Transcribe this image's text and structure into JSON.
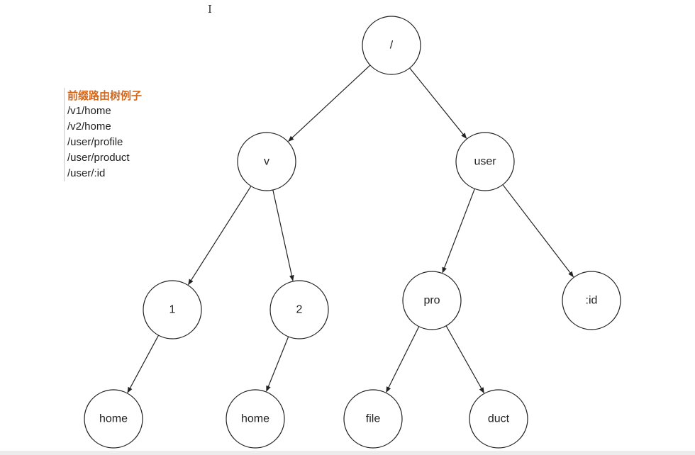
{
  "legend": {
    "title": "前缀路由树例子",
    "routes": [
      "/v1/home",
      "/v2/home",
      "/user/profile",
      "/user/product",
      "/user/:id"
    ]
  },
  "tree": {
    "nodes": [
      {
        "id": "root",
        "label": "/"
      },
      {
        "id": "v",
        "label": "v"
      },
      {
        "id": "user",
        "label": "user"
      },
      {
        "id": "n1",
        "label": "1"
      },
      {
        "id": "n2",
        "label": "2"
      },
      {
        "id": "pro",
        "label": "pro"
      },
      {
        "id": "id",
        "label": ":id"
      },
      {
        "id": "home1",
        "label": "home"
      },
      {
        "id": "home2",
        "label": "home"
      },
      {
        "id": "file",
        "label": "file"
      },
      {
        "id": "duct",
        "label": "duct"
      }
    ],
    "edges": [
      [
        "root",
        "v"
      ],
      [
        "root",
        "user"
      ],
      [
        "v",
        "n1"
      ],
      [
        "v",
        "n2"
      ],
      [
        "user",
        "pro"
      ],
      [
        "user",
        "id"
      ],
      [
        "n1",
        "home1"
      ],
      [
        "n2",
        "home2"
      ],
      [
        "pro",
        "file"
      ],
      [
        "pro",
        "duct"
      ]
    ]
  }
}
